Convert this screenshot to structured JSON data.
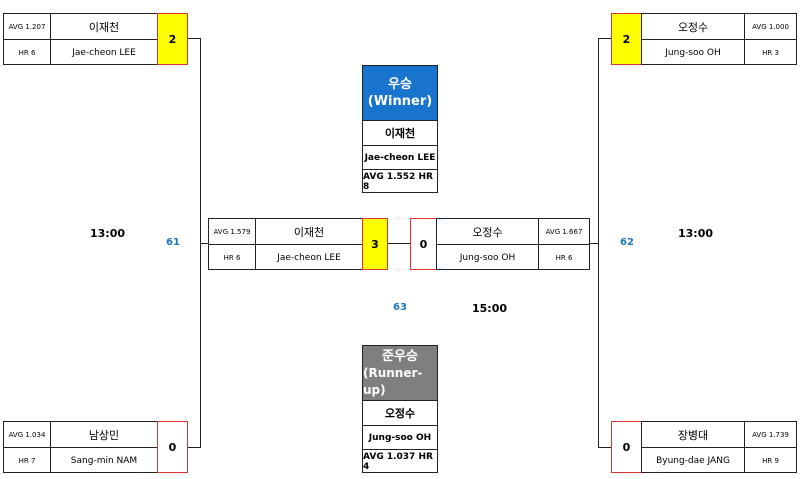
{
  "players": {
    "lee_top": {
      "kr": "이재천",
      "en": "Jae-cheon LEE",
      "avg": "AVG 1.207",
      "hr": "HR 6",
      "score": "2"
    },
    "nam": {
      "kr": "남상민",
      "en": "Sang-min NAM",
      "avg": "AVG 1.034",
      "hr": "HR 7",
      "score": "0"
    },
    "oh_top": {
      "kr": "오정수",
      "en": "Jung-soo OH",
      "avg": "AVG 1.000",
      "hr": "HR 3",
      "score": "2"
    },
    "jang": {
      "kr": "장병대",
      "en": "Byung-dae JANG",
      "avg": "AVG 1.739",
      "hr": "HR 9",
      "score": "0"
    },
    "lee_final": {
      "kr": "이재천",
      "en": "Jae-cheon LEE",
      "avg": "AVG 1.579",
      "hr": "HR 6",
      "score": "3"
    },
    "oh_final": {
      "kr": "오정수",
      "en": "Jung-soo OH",
      "avg": "AVG 1.667",
      "hr": "HR 6",
      "score": "0"
    }
  },
  "games": {
    "left": "61",
    "right": "62",
    "final": "63"
  },
  "times": {
    "left": "13:00",
    "right": "13:00",
    "final": "15:00"
  },
  "winner": {
    "title_kr": "우승",
    "title_en": "(Winner)",
    "name_kr": "이재천",
    "name_en": "Jae-cheon LEE",
    "stats": "AVG 1.552  HR 8",
    "color": "#1874cd"
  },
  "runner_up": {
    "title_kr": "준우승",
    "title_en": "(Runner-up)",
    "name_kr": "오정수",
    "name_en": "Jung-soo OH",
    "stats": "AVG 1.037  HR 4",
    "color": "#7f7f7f"
  }
}
